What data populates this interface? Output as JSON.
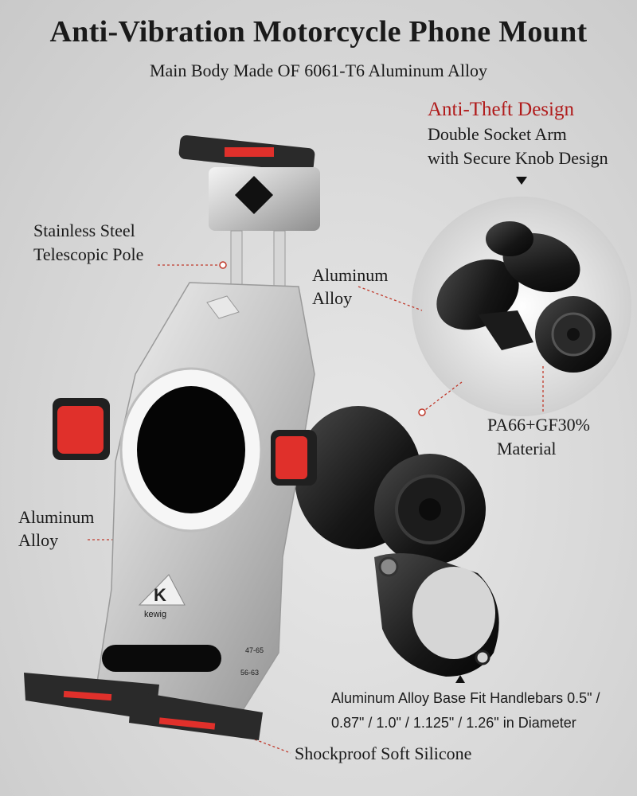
{
  "header": {
    "title": "Anti-Vibration Motorcycle Phone Mount",
    "subtitle": "Main Body Made OF 6061-T6 Aluminum Alloy"
  },
  "callouts": {
    "anti_theft_heading": "Anti-Theft Design",
    "anti_theft_line1": "Double Socket Arm",
    "anti_theft_line2": "with Secure Knob Design",
    "telescopic_line1": "Stainless Steel",
    "telescopic_line2": "Telescopic Pole",
    "alloy_top_line1": "Aluminum",
    "alloy_top_line2": "Alloy",
    "material_line1": "PA66+GF30%",
    "material_line2": "Material",
    "alloy_left_line1": "Aluminum",
    "alloy_left_line2": "Alloy",
    "base_line1": "Aluminum Alloy Base Fit Handlebars 0.5\" /",
    "base_line2": "0.87\" / 1.0\" / 1.125\" / 1.26\" in Diameter",
    "silicone": "Shockproof Soft Silicone"
  },
  "product": {
    "brand_mark": "kewig",
    "scale_mark_1": "47-65",
    "scale_mark_2": "56-63"
  },
  "colors": {
    "accent_red": "#e0302b",
    "heading_red": "#b01b1b",
    "silver": "#c8c8c8",
    "black": "#151515"
  }
}
